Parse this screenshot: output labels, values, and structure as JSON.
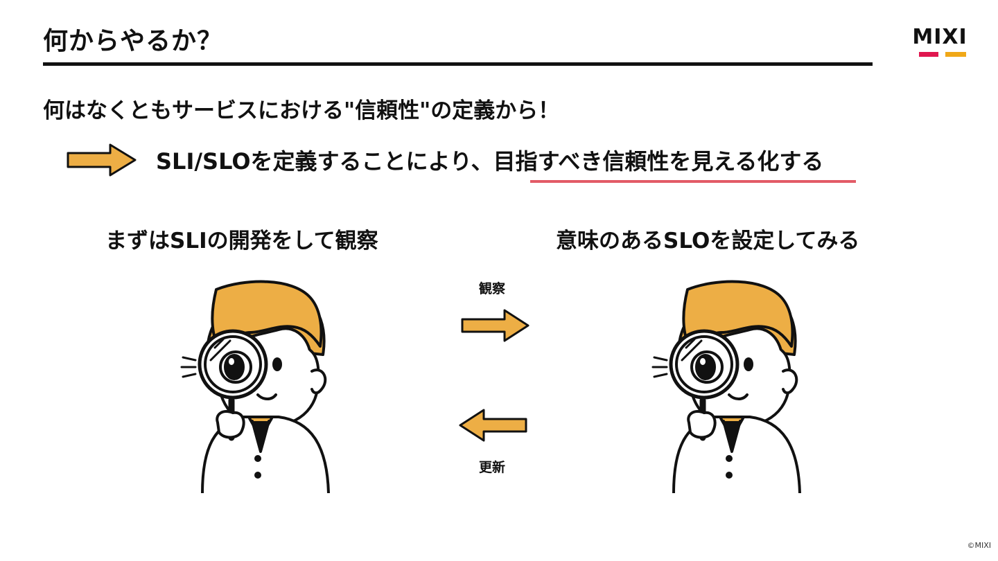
{
  "header": {
    "title": "何からやるか？",
    "logo_text": "MIXI"
  },
  "body": {
    "subtitle": "何はなくともサービスにおける\"信頼性\"の定義から！",
    "statement": "SLI/SLOを定義することにより、目指すべき信頼性を見える化する",
    "left_caption": "まずはSLIの開発をして観察",
    "right_caption": "意味のあるSLOを設定してみる",
    "cycle": {
      "forward_label": "観察",
      "back_label": "更新"
    }
  },
  "footer": {
    "copyright": "©MIXI"
  },
  "colors": {
    "arrow_fill": "#EDAE45",
    "hair": "#EDAE45",
    "underline": "#E25B67",
    "logo_red": "#E0174F",
    "logo_orange": "#F0A818"
  },
  "icons": [
    "right-arrow-icon",
    "left-arrow-icon",
    "magnifier-person-illustration"
  ]
}
